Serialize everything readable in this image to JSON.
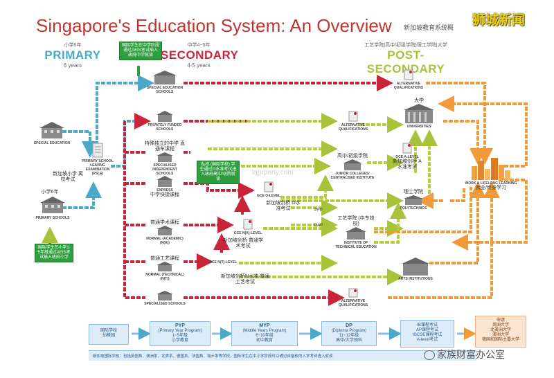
{
  "header": {
    "title": "Singapore's Education System: An Overview",
    "cn_title": "新加坡教育系统概",
    "watermark_top": "狮城新闻",
    "watermark_bottom": "家族财富办公室",
    "watermark_mid": "laprperty.com"
  },
  "primary": {
    "cn": "小学6年",
    "title": "PRIMARY",
    "sub": "6 years",
    "color": "#4aa8c8"
  },
  "secondary": {
    "cn": "中学4~5年",
    "title": "SECONDARY",
    "sub": "4-5 years",
    "color": "#c8253a",
    "note": "国际学生在中学阶段通过AEIS考试插入政府中学就读"
  },
  "post_secondary": {
    "cn": "工艺学院|高中/初级学院|理工学院|大学",
    "title": "POST-SECONDARY",
    "color": "#a8c23a"
  },
  "left_nodes": {
    "special_education": "SPECIAL EDUCATION",
    "psle_cn": "新加坡小学 离校考试",
    "psle": "PRIMARY SCHOOL LEAVING EXAMINATION (PSLE)",
    "primary_school_cn": "小学6年",
    "primary_schools": "PRIMARY SCHOOLS",
    "aeis_note": "国际学生在小学1-5年级通过AEIS考试插入政府小学"
  },
  "secondary_nodes": [
    {
      "en": "SPECIAL EDUCATION SCHOOLS",
      "cn": ""
    },
    {
      "en": "PRIVATELY FUNDED SCHOOLS",
      "cn": ""
    },
    {
      "en": "SPECIALISED INDEPENDENT SCHOOLS",
      "cn": "特殊独立的中学 直通车课程"
    },
    {
      "en": "EXPRESS",
      "cn": "中学快捷课程"
    },
    {
      "en": "NORMAL (ACADEMIC) (N(A))",
      "cn": "普通学术课程"
    },
    {
      "en": "NORMAL (TECHNICAL) (N(T))",
      "cn": "普通工艺课程"
    },
    {
      "en": "SPECIALISED SCHOOLS",
      "cn": ""
    }
  ],
  "private_school_note": "私校 (国际学校) 学生通过O水准考试进入政府高中/初院就读",
  "exam_nodes": [
    {
      "en": "GCE O-LEVEL",
      "cn": "新加坡剑桥 O水准考试"
    },
    {
      "en": "GCE N(A)-LEVEL",
      "cn": "新加坡剑桥 普通学术考试"
    },
    {
      "en": "GCE N(T)-LEVEL",
      "cn": "新加坡剑桥N水准 普通工艺考试"
    }
  ],
  "post_nodes": [
    {
      "en": "ALTERNATIVE QUALIFICATIONS",
      "cn": ""
    },
    {
      "en": "ALTERNATIVE QUALIFICATIONS",
      "cn": ""
    },
    {
      "en": "JUNIOR COLLEGES/ CENTRALISED INSTITUTE",
      "cn": "高中/初级学院"
    },
    {
      "en": "GCE A-LEVEL",
      "cn": "新加坡剑桥 A水准考试"
    },
    {
      "en": "UNIVERSITIES",
      "cn": "大学"
    },
    {
      "en": "POLYTECHNICS",
      "cn": "理工学院"
    },
    {
      "en": "INSTITUTE OF TECHNICAL EDUCATION",
      "cn": "工艺学院 (中专技校)"
    },
    {
      "en": "ARTS INSTITUTIONS",
      "cn": ""
    },
    {
      "en": "ALTERNATIVE QUALIFICATIONS",
      "cn": ""
    },
    {
      "en": "WORK & LIFELONG LEARNING",
      "cn": "就业/终身学习"
    }
  ],
  "small_labels": {
    "pfp": "PFP",
    "dap": "DAP"
  },
  "ib_track": [
    {
      "title": "",
      "line1": "国际学校",
      "line2": "幼稚园"
    },
    {
      "title": "PYP",
      "line1": "(Primary Year Program)",
      "line2": "1~5年级",
      "line3": "小学教育"
    },
    {
      "title": "MYP",
      "line1": "(Middle Years Program)",
      "line2": "6~10年级",
      "line3": "初中教育"
    },
    {
      "title": "DP",
      "line1": "(Diploma Program)",
      "line2": "11~12年级",
      "line3": "高中/大学预科"
    },
    {
      "title": "",
      "line1": "IB课程考试",
      "line2": "AP课程考试",
      "line3": "IGCSE课程考试",
      "line4": "A-level考试"
    }
  ],
  "abroad": {
    "line1": "申请",
    "line2": "英国大学",
    "line3": "北美洲大学",
    "line4": "澳洲大学",
    "line5": "德国和国际主要大学"
  },
  "footer_note": "新加坡国际学校：包括英国系、澳洲系、北美系、德国系、法国系、瑞士系等学校，国际学生在中小学阶段可以通过自备校的入学考试进入就读"
}
